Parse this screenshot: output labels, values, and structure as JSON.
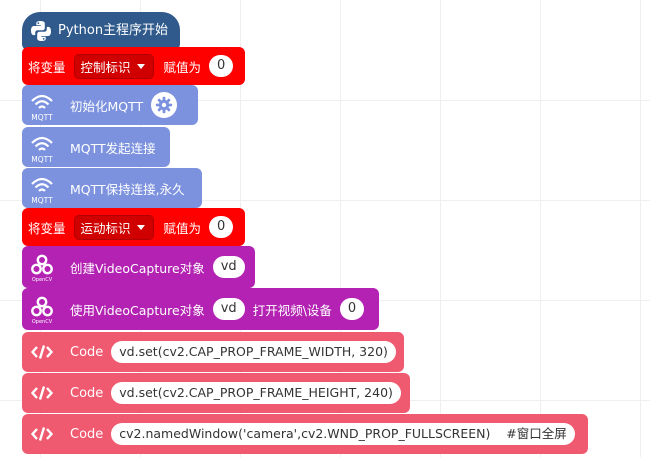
{
  "hat": {
    "label": "Python主程序开始",
    "icon": "python-logo-icon"
  },
  "blocks": {
    "set_control": {
      "prefix": "将变量",
      "var": "控制标识",
      "suffix": "赋值为",
      "value": "0"
    },
    "mqtt_init": {
      "label": "初始化MQTT",
      "caption": "MQTT"
    },
    "mqtt_connect": {
      "label": "MQTT发起连接",
      "caption": "MQTT"
    },
    "mqtt_keep": {
      "label": "MQTT保持连接,永久",
      "caption": "MQTT"
    },
    "set_motion": {
      "prefix": "将变量",
      "var": "运动标识",
      "suffix": "赋值为",
      "value": "0"
    },
    "vc_create": {
      "label": "创建VideoCapture对象",
      "arg": "vd",
      "caption": "OpenCV"
    },
    "vc_open": {
      "label": "使用VideoCapture对象",
      "arg": "vd",
      "label2": "打开视频\\设备",
      "value": "0",
      "caption": "OpenCV"
    },
    "code1": {
      "label": "Code",
      "text": "vd.set(cv2.CAP_PROP_FRAME_WIDTH, 320)"
    },
    "code2": {
      "label": "Code",
      "text": "vd.set(cv2.CAP_PROP_FRAME_HEIGHT, 240)"
    },
    "code3": {
      "label": "Code",
      "text": "cv2.namedWindow('camera',cv2.WND_PROP_FULLSCREEN)    #窗口全屏"
    }
  },
  "colors": {
    "hat": "#2f5a8b",
    "variable": "#ff0000",
    "mqtt": "#7c92de",
    "opencv": "#b322b3",
    "code": "#f05a70"
  }
}
